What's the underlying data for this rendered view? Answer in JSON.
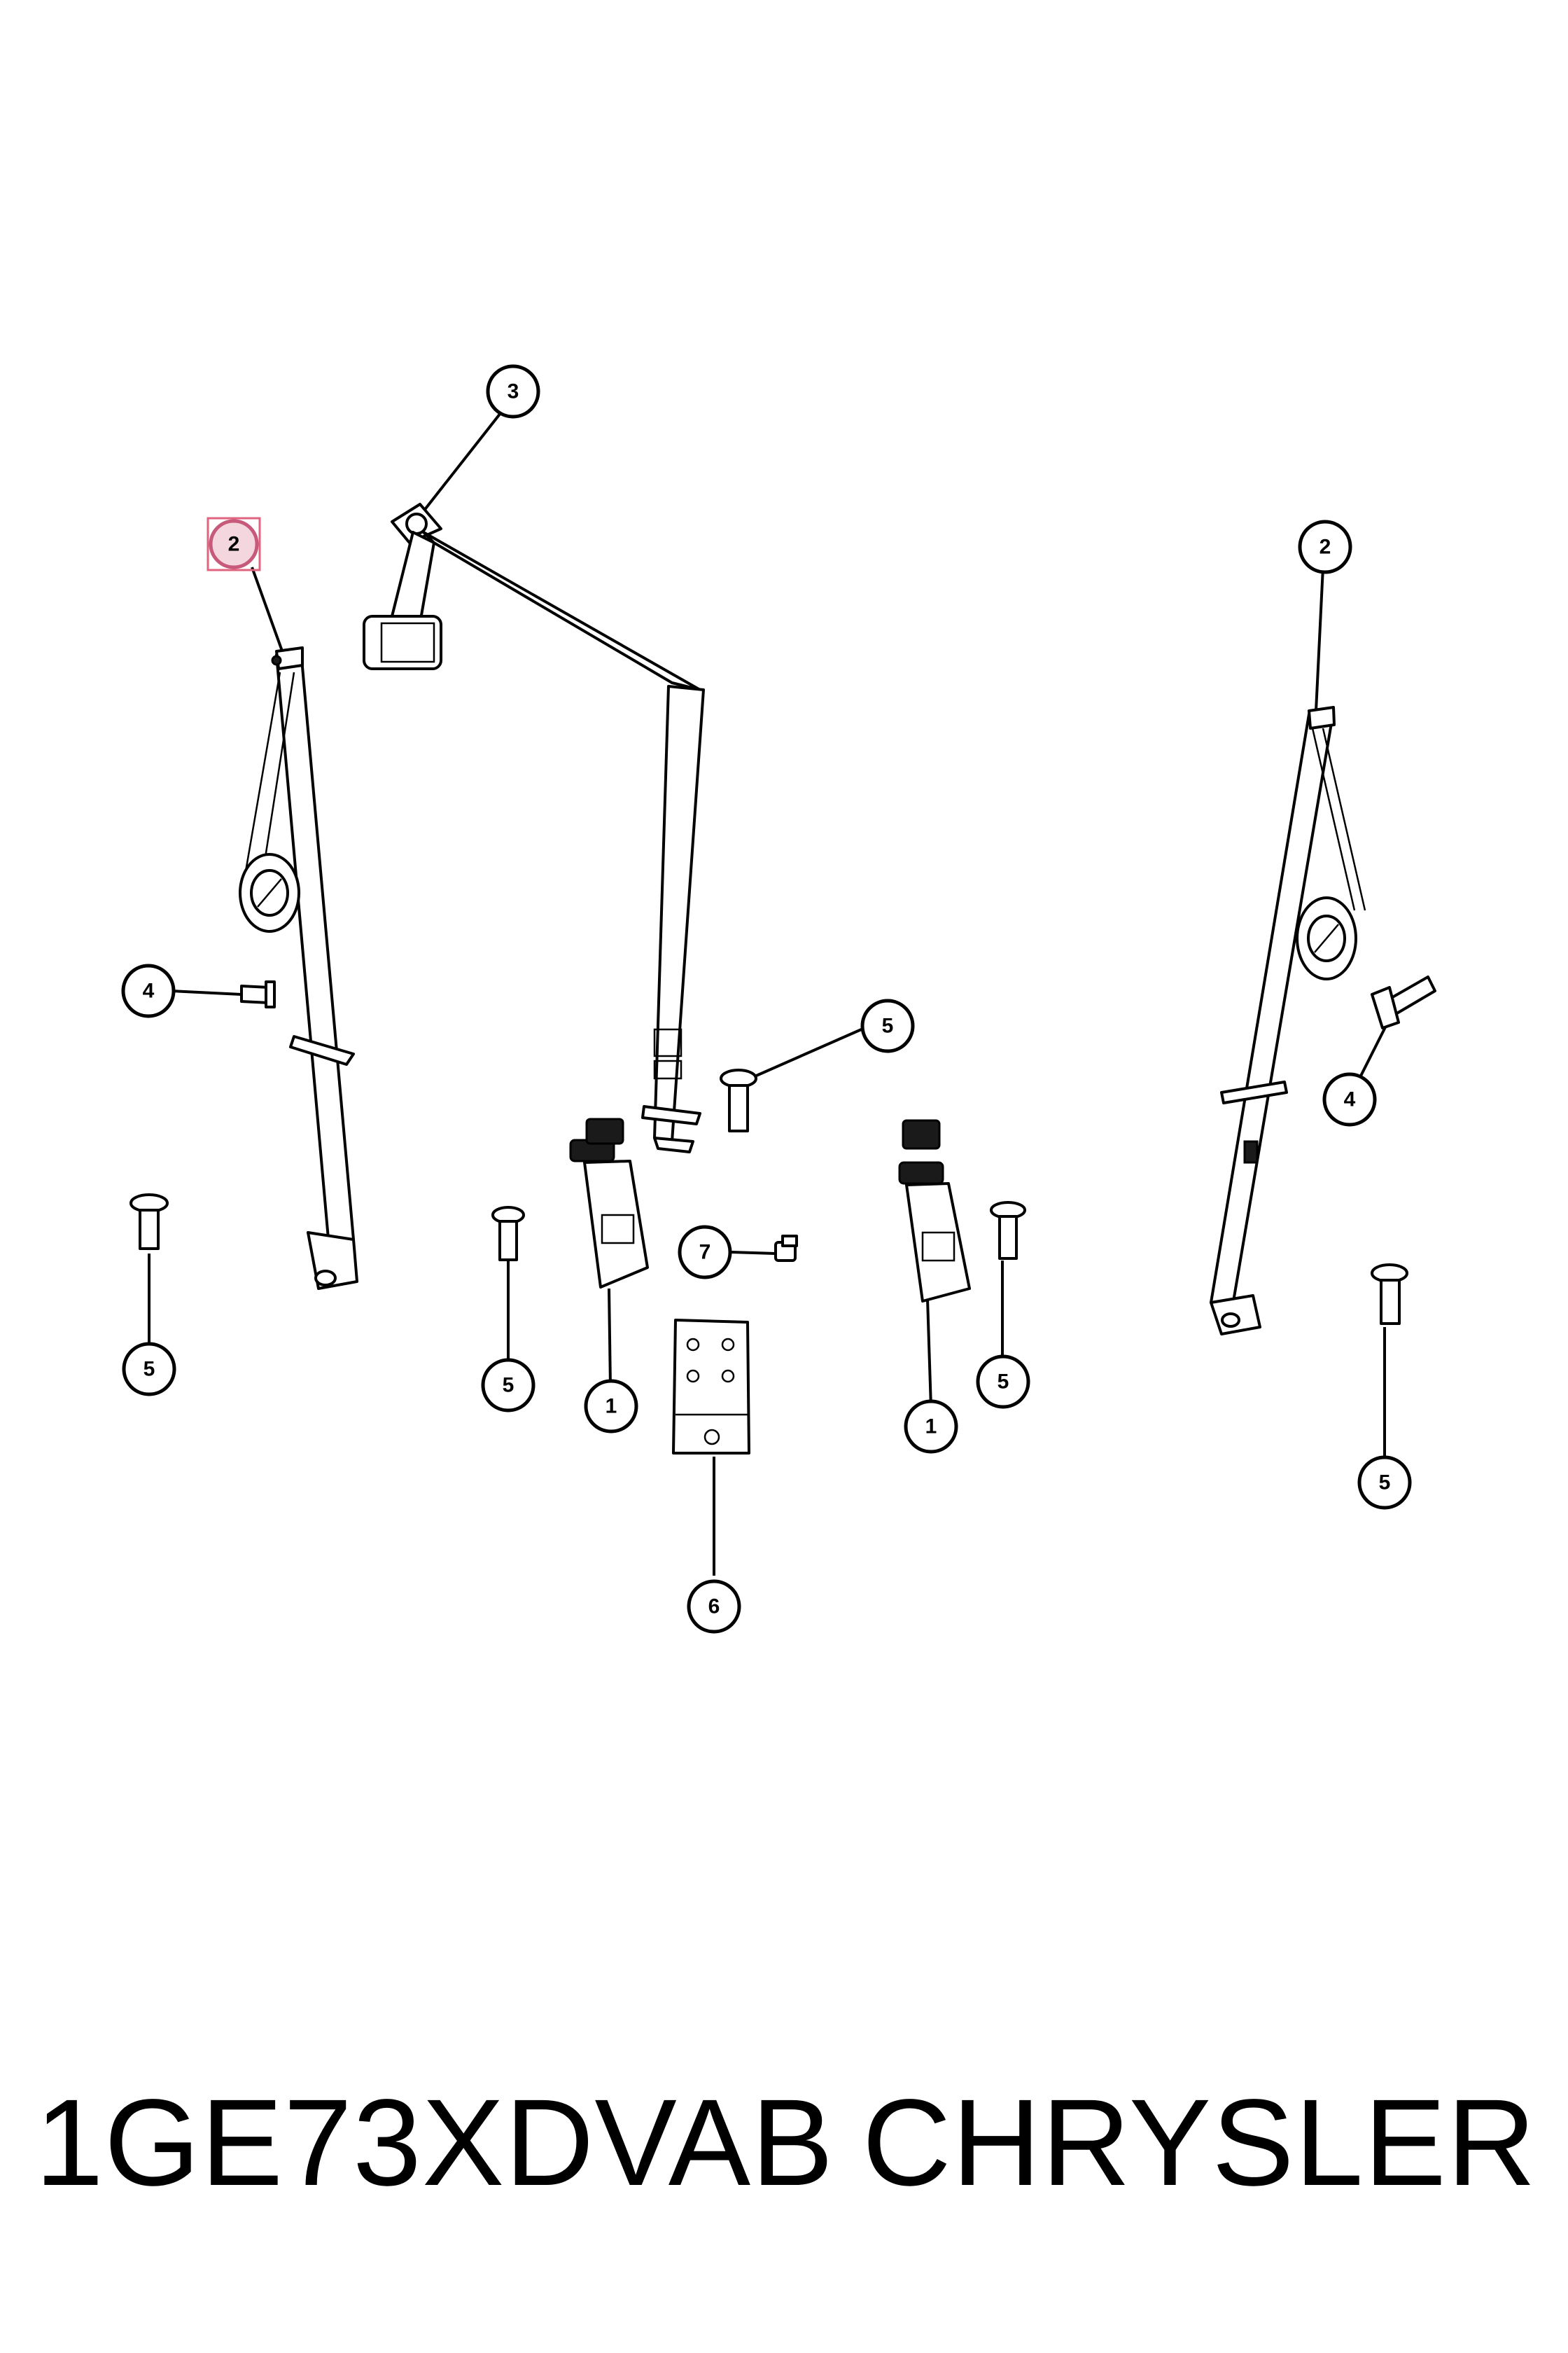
{
  "callouts": [
    {
      "id": "c2a",
      "label": "2",
      "highlighted": true
    },
    {
      "id": "c3",
      "label": "3"
    },
    {
      "id": "c2b",
      "label": "2"
    },
    {
      "id": "c4a",
      "label": "4"
    },
    {
      "id": "c5a",
      "label": "5"
    },
    {
      "id": "c4b",
      "label": "4"
    },
    {
      "id": "c5b",
      "label": "5"
    },
    {
      "id": "c5c",
      "label": "5"
    },
    {
      "id": "c1a",
      "label": "1"
    },
    {
      "id": "c7",
      "label": "7"
    },
    {
      "id": "c5d",
      "label": "5"
    },
    {
      "id": "c1b",
      "label": "1"
    },
    {
      "id": "c5e",
      "label": "5"
    },
    {
      "id": "c6",
      "label": "6"
    }
  ],
  "footer": {
    "part_number": "1GE73XDVAB",
    "brand": "CHRYSLER"
  },
  "colors": {
    "highlight_fill": "#f4d6df",
    "highlight_box": "#e0637f"
  }
}
